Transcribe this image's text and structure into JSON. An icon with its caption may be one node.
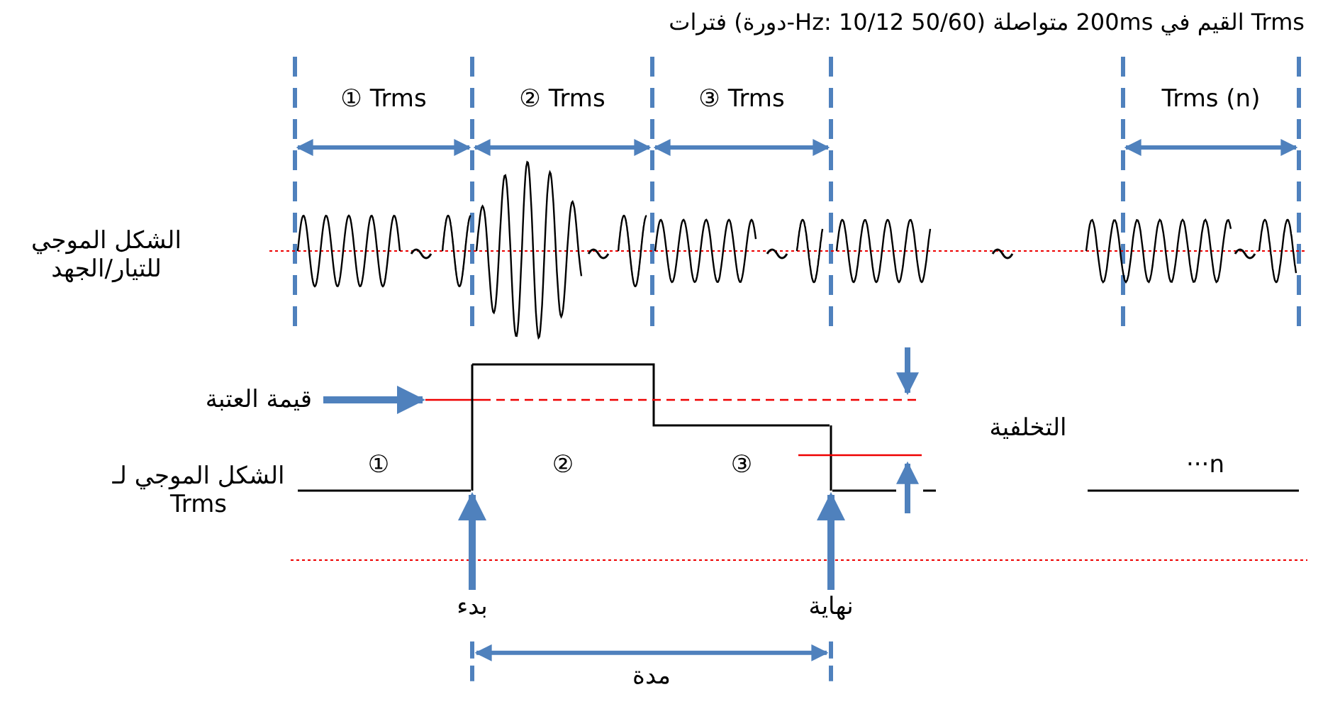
{
  "diagram": {
    "title": "Trms القيم في 200ms متواصلة (50/60 Hz: 10/12-دورة) فترات",
    "nodes": [
      {
        "text": [
          "قيمة العتبة"
        ]
      },
      {
        "text": [
          "بدء"
        ]
      },
      {
        "text": [
          "نهاية"
        ]
      },
      {
        "text": [],
        "shape": "line"
      },
      {
        "text": [],
        "shape": "line"
      },
      {
        "text": [],
        "shape": "line"
      }
    ],
    "edges": [
      {
        "from": 0,
        "to": 3,
        "arrow": "to"
      },
      {
        "from": 1,
        "to": 4,
        "arrow": "to"
      },
      {
        "from": 2,
        "to": 5,
        "arrow": "to"
      },
      {
        "from": 1,
        "to": 2,
        "arrow": "both",
        "label": "مدة"
      }
    ],
    "labels": [
      "① Trms",
      "② Trms",
      "③ Trms",
      "Trms (n)",
      "الشكل الموجي للتيار/الجهد",
      "①",
      "②",
      "③",
      "التخلفية",
      "الشكل الموجي لـ Trms",
      "···n"
    ]
  }
}
